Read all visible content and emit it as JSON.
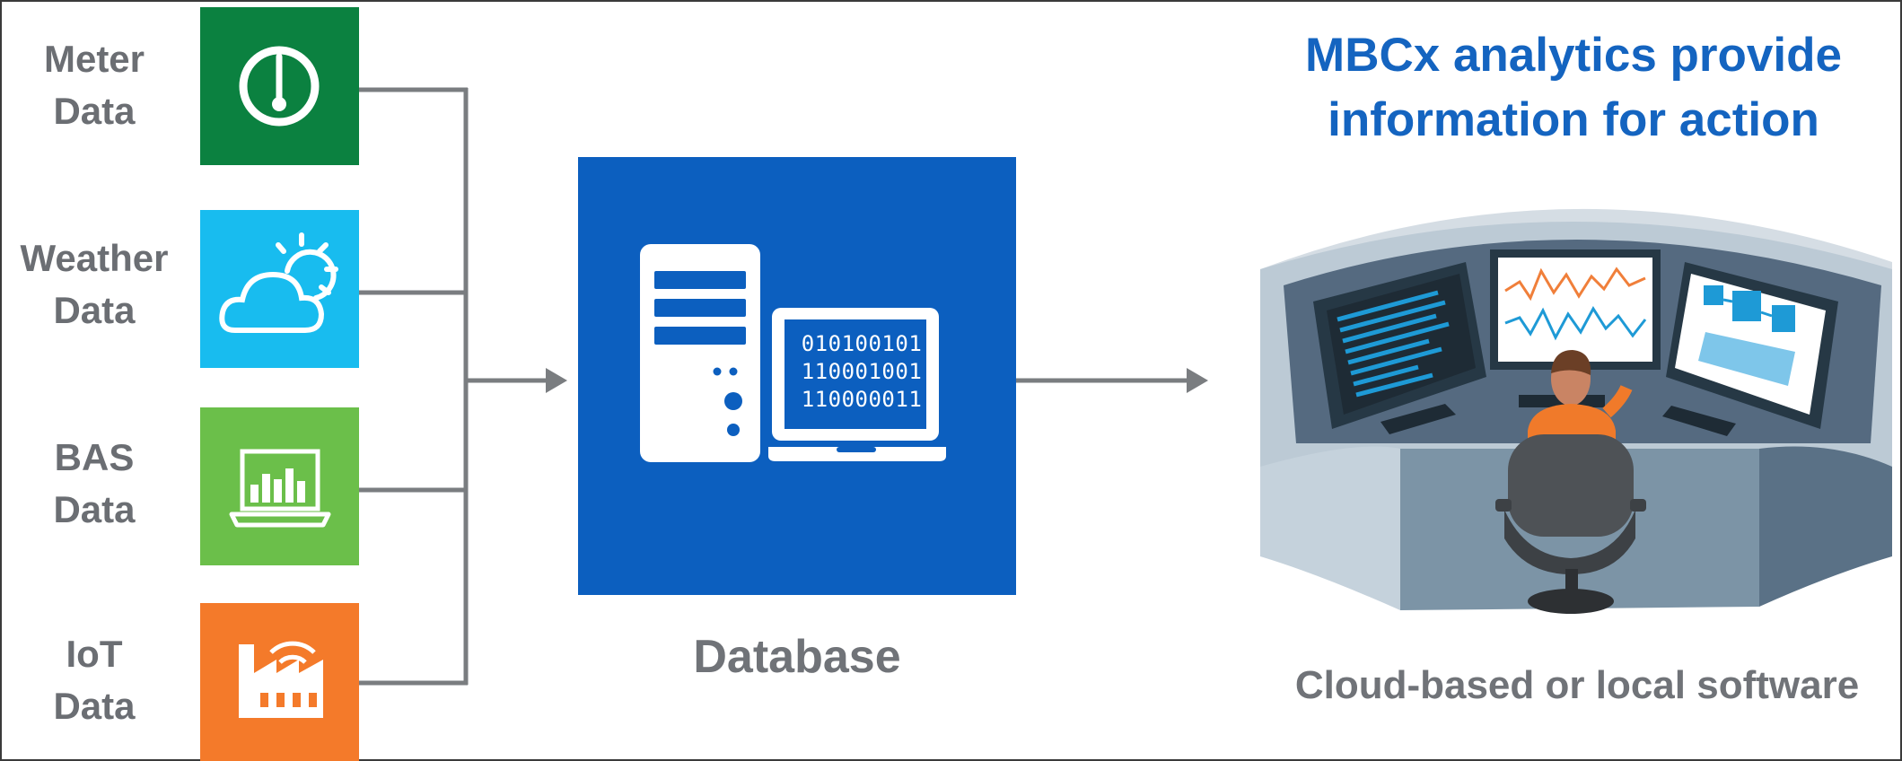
{
  "sources": [
    {
      "line1": "Meter",
      "line2": "Data",
      "icon": "gauge-icon",
      "color": "#0b8140"
    },
    {
      "line1": "Weather",
      "line2": "Data",
      "icon": "cloud-sun-icon",
      "color": "#18bcef"
    },
    {
      "line1": "BAS",
      "line2": "Data",
      "icon": "laptop-chart-icon",
      "color": "#6bbf4a"
    },
    {
      "line1": "IoT",
      "line2": "Data",
      "icon": "factory-wifi-icon",
      "color": "#f47a2a"
    }
  ],
  "database": {
    "label": "Database",
    "color": "#0c5fbf",
    "binary": [
      "010100101",
      "110001001",
      "110000011"
    ]
  },
  "output": {
    "headline_line1": "MBCx analytics provide",
    "headline_line2": "information for action",
    "caption": "Cloud-based or local software"
  }
}
